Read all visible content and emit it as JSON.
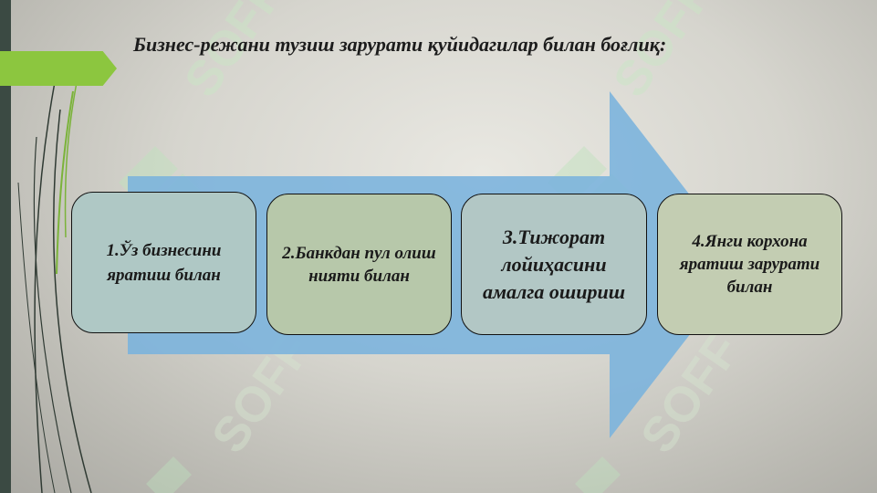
{
  "title": "Бизнес-режани тузиш зарурати қуйидагилар билан боғлиқ:",
  "steps": [
    {
      "label": "1.Ўз бизнесини яратиш билан"
    },
    {
      "label": "2.Банкдан пул олиш нияти билан"
    },
    {
      "label": "3.Тижорат лойиҳасини амалга ошириш"
    },
    {
      "label": "4.Янги корхона яратиш зарурати билан"
    }
  ],
  "colors": {
    "arrow": "#7ab3dd",
    "accent_green": "#8cc63f",
    "side_bar": "#3b4a43"
  },
  "watermark": "SOFF"
}
